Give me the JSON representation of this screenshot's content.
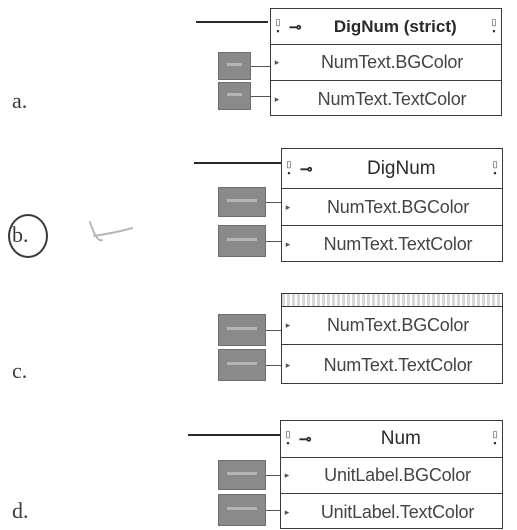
{
  "options": [
    {
      "label": "a.",
      "header_title": "DigNum (strict)",
      "header_has_key": true,
      "rows": [
        "NumText.BGColor",
        "NumText.TextColor"
      ]
    },
    {
      "label": "b.",
      "header_title": "DigNum",
      "header_has_key": true,
      "rows": [
        "NumText.BGColor",
        "NumText.TextColor"
      ]
    },
    {
      "label": "c.",
      "header_title": "",
      "header_has_key": false,
      "rows": [
        "NumText.BGColor",
        "NumText.TextColor"
      ]
    },
    {
      "label": "d.",
      "header_title": "Num",
      "header_has_key": true,
      "rows": [
        "UnitLabel.BGColor",
        "UnitLabel.TextColor"
      ]
    }
  ],
  "colors": {
    "terminal": "#8a8a8a",
    "wire": "#2a2a2a",
    "ink": "#3a3a3a"
  },
  "icons": {
    "reference": "reference-key-icon",
    "side": "property-node-side-icon"
  }
}
